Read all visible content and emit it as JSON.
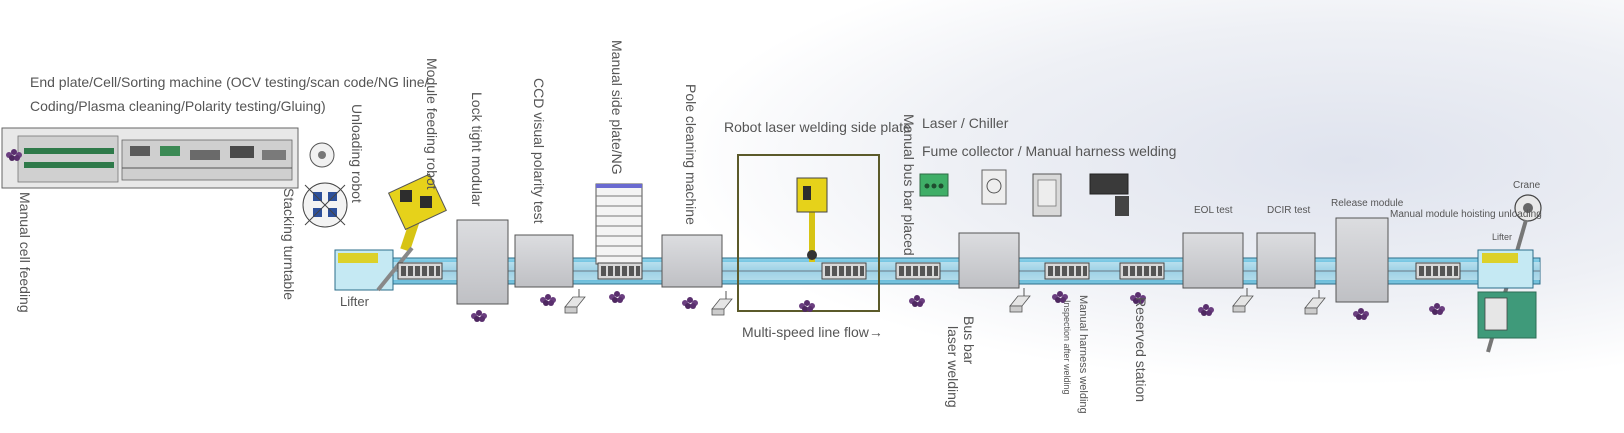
{
  "labels": {
    "end_plate_line1": "End plate/Cell/Sorting machine (OCV testing/scan code/NG line/",
    "end_plate_line2": "Coding/Plasma cleaning/Polarity testing/Gluing)",
    "manual_cell_feeding": "Manual cell feeding",
    "unloading_robot": "Unloading robot",
    "stacking_turntable": "Stacking turntable",
    "module_feeding_robot": "Module feeding robot",
    "lifter_left": "Lifter",
    "lock_tight_modular": "Lock tight modular",
    "ccd_visual": "CCD visual polarity test",
    "manual_side_plate": "Manual side plate/NG",
    "pole_cleaning": "Pole cleaning machine",
    "robot_laser_welding": "Robot laser welding side plate",
    "manual_bus_bar": "Manual bus bar placed",
    "laser_chiller": "Laser / Chiller",
    "fume_collector": "Fume collector / Manual harness welding",
    "bus_bar": "Bus bar",
    "laser_welding": "laser welding",
    "manual_harness_welding": "Manual harness welding",
    "inspection_after_welding": "Inspection after welding",
    "reserved_station": "Reserved station",
    "eol_test": "EOL test",
    "dcir_test": "DCIR test",
    "release_module": "Release module",
    "crane": "Crane",
    "manual_module_hoisting": "Manual module hoisting unloading",
    "lifter_right": "Lifter",
    "multi_speed": "Multi-speed line flow→"
  },
  "colors": {
    "conveyor_blue": "#56b7d8",
    "machine_gray": "#cfd0d3",
    "robot_yellow": "#e6d21a",
    "enclosure_green": "#3f9a7a",
    "station_purple": "#6b3f80",
    "outline": "#4a4a4a"
  }
}
